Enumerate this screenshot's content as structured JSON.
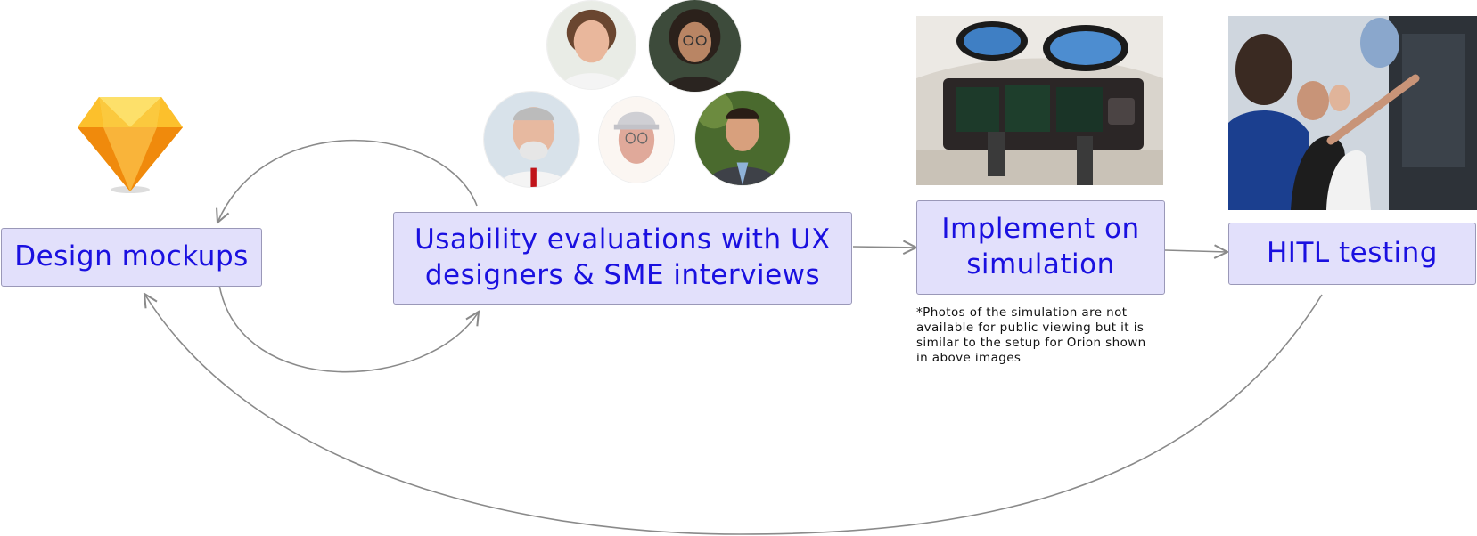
{
  "boxes": {
    "design": "Design mockups",
    "usability": "Usability evaluations with UX\ndesigners & SME interviews",
    "implement": "Implement on\nsimulation",
    "hitl": "HITL testing"
  },
  "note": "*Photos of the simulation are not\navailable for public viewing but it is\nsimilar to the setup for Orion shown\nin above images",
  "icons": [
    "sketch-diamond-icon"
  ],
  "colors": {
    "box_fill": "#e2e0fb",
    "box_border": "#9a98b8",
    "box_text": "#1a10e0",
    "arrow": "#8a8a8a"
  }
}
